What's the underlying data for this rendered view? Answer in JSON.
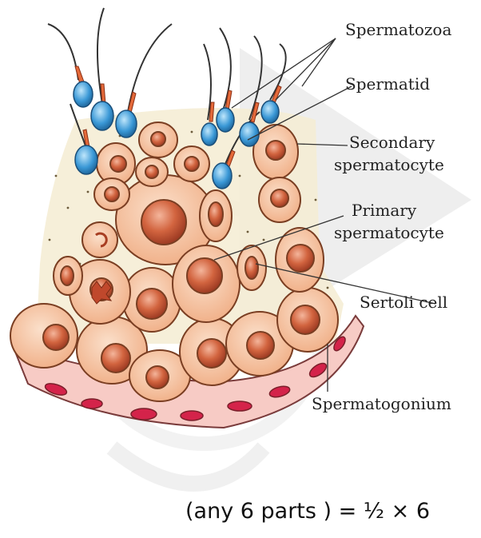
{
  "labels": {
    "spermatozoa": "Spermatozoa",
    "spermatid": "Spermatid",
    "secondary_1": "Secondary",
    "secondary_2": "spermatocyte",
    "primary_1": "Primary",
    "primary_2": "spermatocyte",
    "sertoli": "Sertoli cell",
    "spermatogonium": "Spermatogonium"
  },
  "footer": "(any 6 parts ) = ½ × 6",
  "colors": {
    "cell_fill": "#f2b38c",
    "cell_edge": "#8a4a2a",
    "nucleus": "#c9573a",
    "sperm_head": "#2f8fd0",
    "membrane": "#f6c9c4",
    "vessel": "#d0234a",
    "watermark": "#d9d9d9"
  }
}
